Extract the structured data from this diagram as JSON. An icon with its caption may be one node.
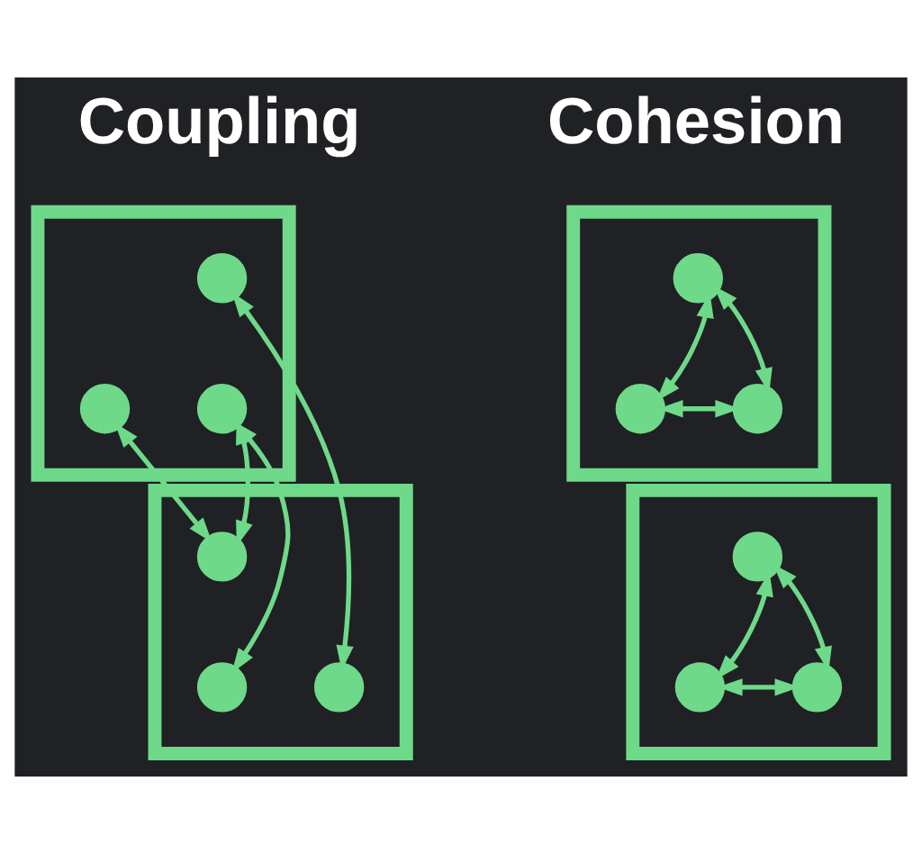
{
  "diagram": {
    "nodes": [
      {
        "text": [],
        "shape": "box"
      },
      {
        "text": [],
        "shape": "circle",
        "in": 0
      },
      {
        "text": [],
        "shape": "circle",
        "in": 0
      },
      {
        "text": [],
        "shape": "circle",
        "in": 0
      },
      {
        "text": [],
        "shape": "box"
      },
      {
        "text": [],
        "shape": "circle",
        "in": 4
      },
      {
        "text": [],
        "shape": "circle",
        "in": 4
      },
      {
        "text": [],
        "shape": "circle",
        "in": 4
      },
      {
        "text": [],
        "shape": "box"
      },
      {
        "text": [],
        "shape": "circle",
        "in": 8
      },
      {
        "text": [],
        "shape": "circle",
        "in": 8
      },
      {
        "text": [],
        "shape": "circle",
        "in": 8
      },
      {
        "text": [],
        "shape": "box"
      },
      {
        "text": [],
        "shape": "circle",
        "in": 12
      },
      {
        "text": [],
        "shape": "circle",
        "in": 12
      },
      {
        "text": [],
        "shape": "circle",
        "in": 12
      }
    ],
    "edges": [
      {
        "from": 1,
        "to": 10,
        "arrow": "both"
      },
      {
        "from": 2,
        "to": 9,
        "arrow": "both"
      },
      {
        "from": 3,
        "to": 9,
        "arrow": "both"
      },
      {
        "from": 3,
        "to": 11,
        "arrow": "both"
      },
      {
        "from": 5,
        "to": 6,
        "arrow": "both"
      },
      {
        "from": 5,
        "to": 7,
        "arrow": "both"
      },
      {
        "from": 6,
        "to": 7,
        "arrow": "both"
      },
      {
        "from": 13,
        "to": 14,
        "arrow": "both"
      },
      {
        "from": 13,
        "to": 15,
        "arrow": "both"
      },
      {
        "from": 14,
        "to": 15,
        "arrow": "both"
      }
    ],
    "labels": [
      "Coupling",
      "Cohesion"
    ]
  }
}
